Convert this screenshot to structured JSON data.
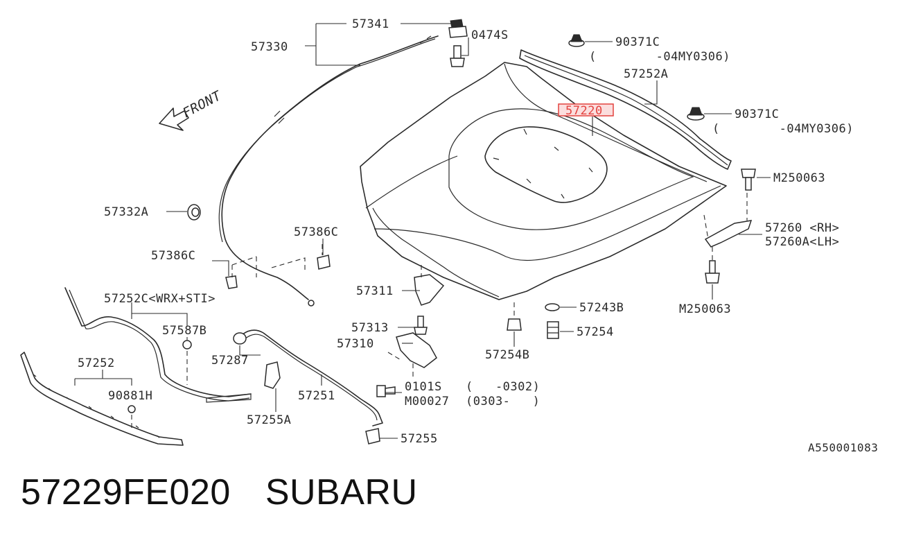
{
  "diagram": {
    "front_label": "FRONT",
    "reference_code": "A550001083",
    "highlight_color": "#e3423f",
    "callouts": {
      "c57341": "57341",
      "c57330": "57330",
      "c0474s": "0474S",
      "c90371c_a": "90371C",
      "c90371c_a_note": "(        -04MY0306)",
      "c57252a": "57252A",
      "c57220": "57220",
      "c90371c_b": "90371C",
      "c90371c_b_note": "(        -04MY0306)",
      "cm250063_a": "M250063",
      "c57332a": "57332A",
      "c57386c_a": "57386C",
      "c57386c_b": "57386C",
      "c57260": "57260 <RH>",
      "c57260a": "57260A<LH>",
      "c57252c": "57252C<WRX+STI>",
      "c57311": "57311",
      "cm250063_b": "M250063",
      "c57243b": "57243B",
      "c57587b": "57587B",
      "c57313": "57313",
      "c57254": "57254",
      "c57310": "57310",
      "c57287": "57287",
      "c57254b": "57254B",
      "c57252": "57252",
      "c0101s": "0101S",
      "c0101s_note": "(   -0302)",
      "c90881h": "90881H",
      "c57251": "57251",
      "cm00027": "M00027",
      "cm00027_note": "(0303-   )",
      "c57255a": "57255A",
      "c57255": "57255"
    }
  },
  "footer": {
    "part_number": "57229FE020",
    "brand": "SUBARU"
  }
}
